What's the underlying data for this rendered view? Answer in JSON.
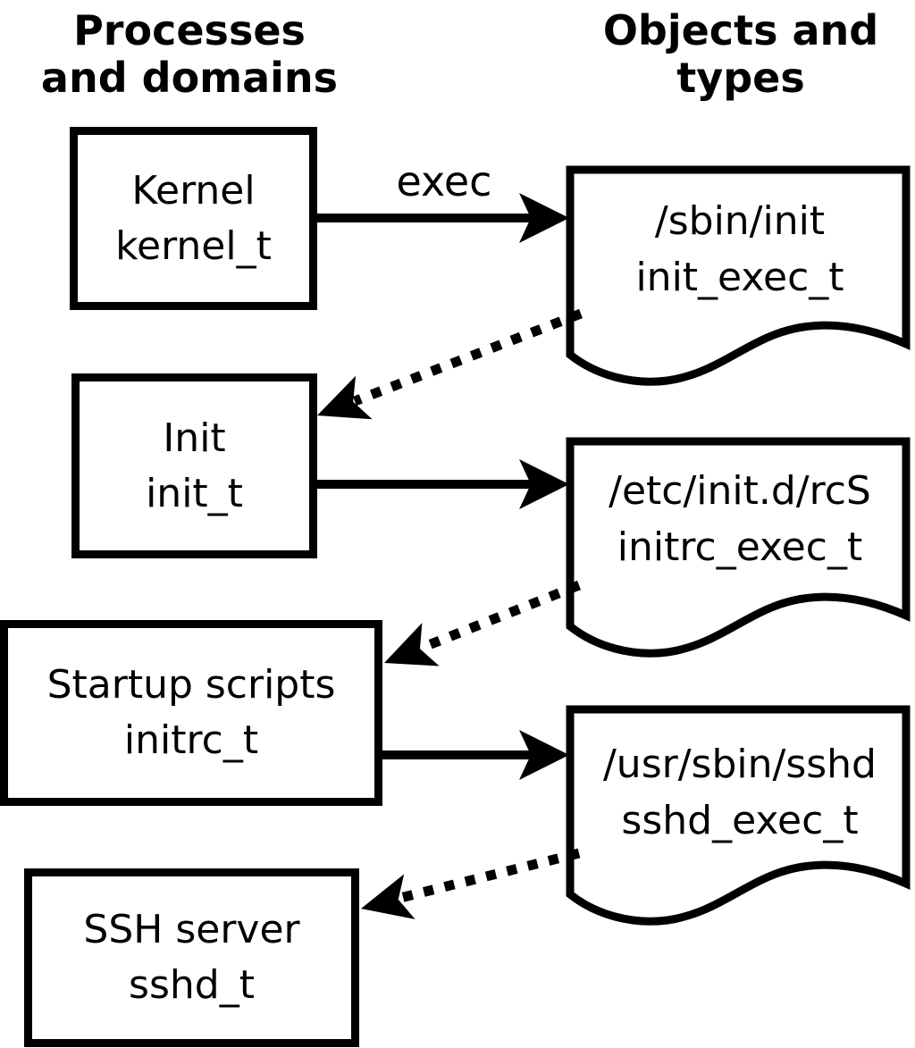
{
  "diagram": {
    "title_columns": {
      "left": {
        "line1": "Processes",
        "line2": "and domains"
      },
      "right": {
        "line1": "Objects and",
        "line2": "types"
      }
    },
    "processes": [
      {
        "name": "Kernel",
        "type": "kernel_t"
      },
      {
        "name": "Init",
        "type": "init_t"
      },
      {
        "name": "Startup scripts",
        "type": "initrc_t"
      },
      {
        "name": "SSH server",
        "type": "sshd_t"
      }
    ],
    "objects": [
      {
        "path": "/sbin/init",
        "type": "init_exec_t"
      },
      {
        "path": "/etc/init.d/rcS",
        "type": "initrc_exec_t"
      },
      {
        "path": "/usr/sbin/sshd",
        "type": "sshd_exec_t"
      }
    ],
    "arrow_labels": {
      "exec": "exec"
    },
    "colors": {
      "ink": "#000000",
      "background": "#ffffff"
    }
  }
}
